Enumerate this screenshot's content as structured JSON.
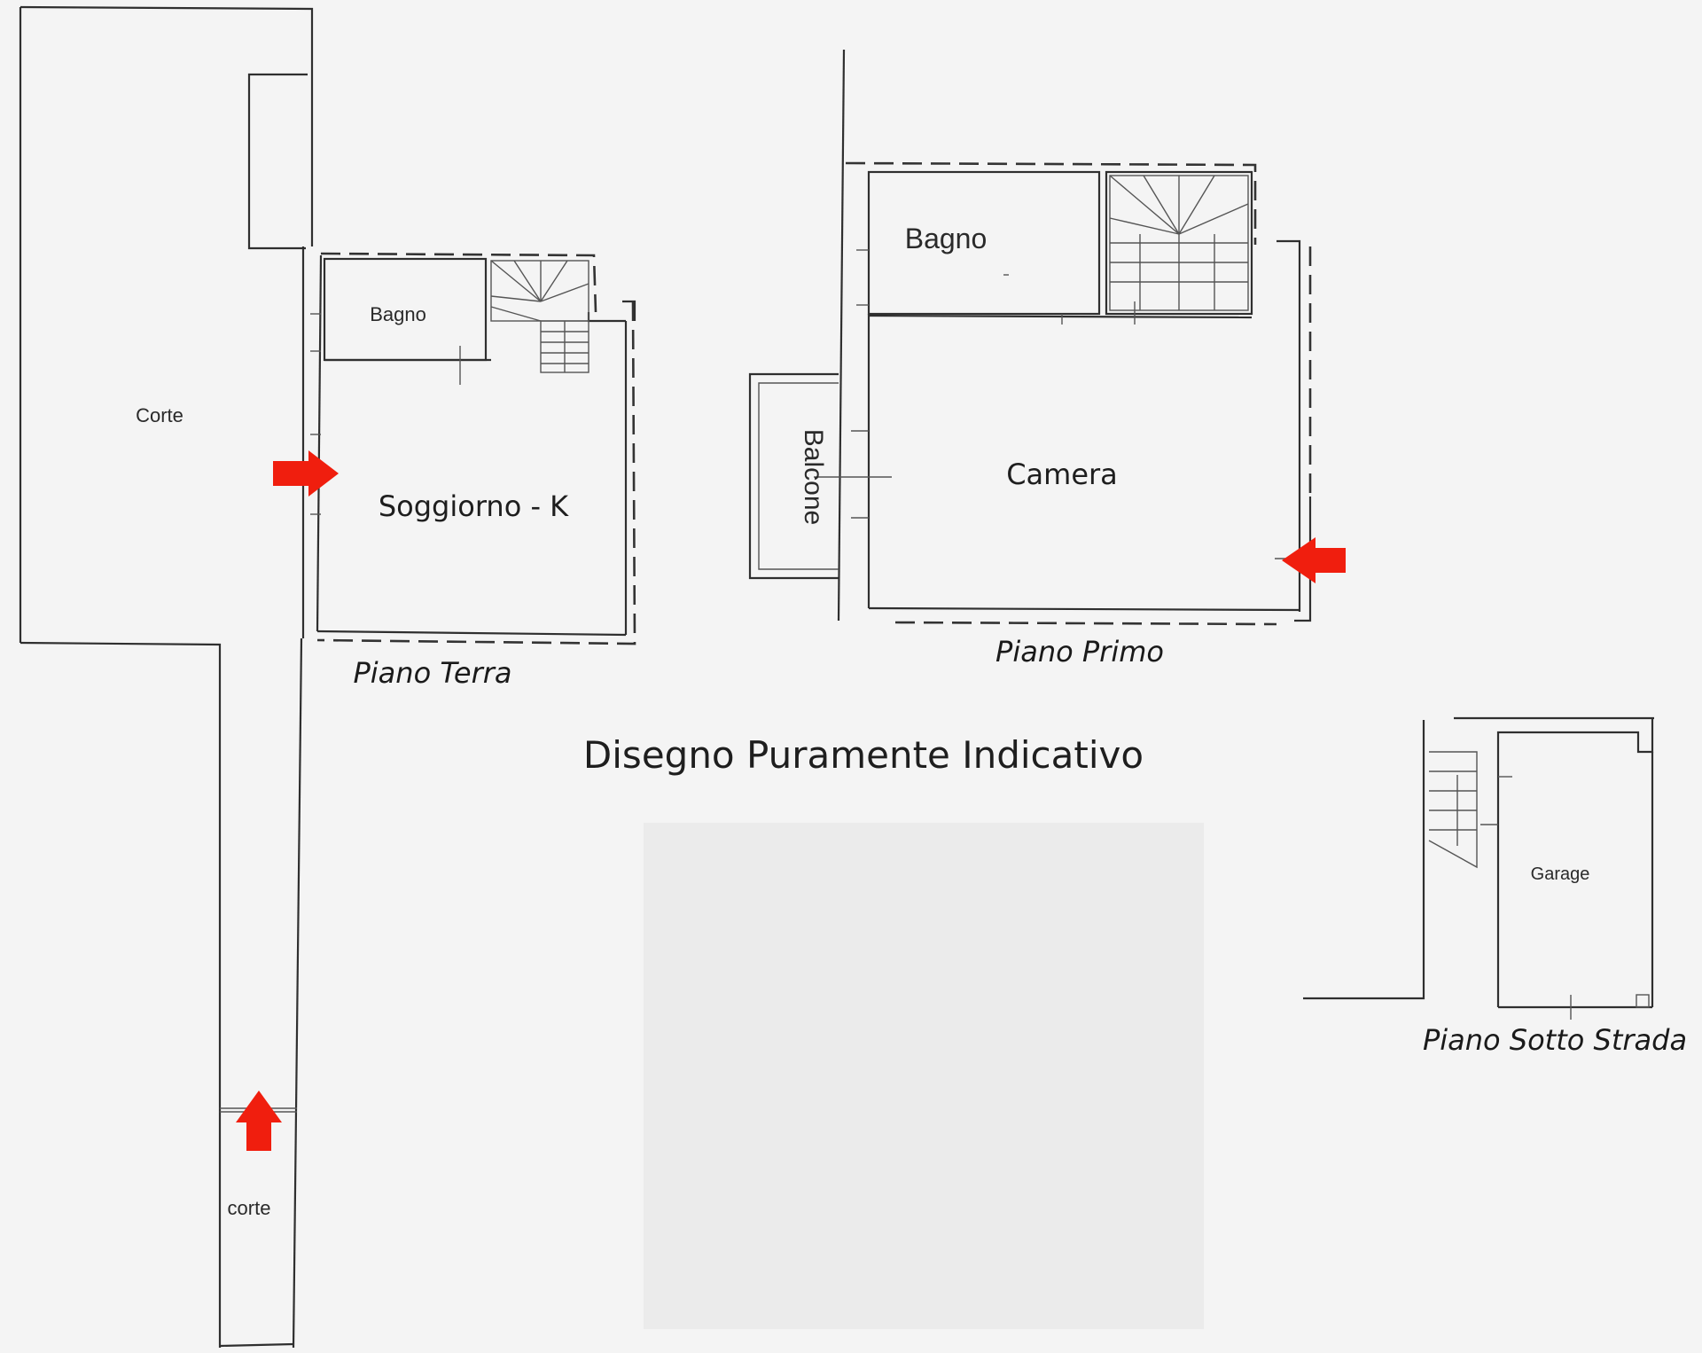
{
  "rooms": {
    "corte_upper": "Corte",
    "corte_lower": "corte",
    "bagno_terra": "Bagno",
    "soggiorno": "Soggiorno - K",
    "bagno_primo": "Bagno",
    "balcone": "Balcone",
    "camera": "Camera",
    "garage": "Garage"
  },
  "floors": {
    "terra": "Piano Terra",
    "primo": "Piano Primo",
    "sotto_strada": "Piano Sotto Strada"
  },
  "disclaimer": "Disegno Puramente Indicativo",
  "colors": {
    "arrow": "#f01e0e",
    "background": "#f4f4f4",
    "line": "#2f2f2f",
    "blank_panel": "#ebebeb"
  }
}
